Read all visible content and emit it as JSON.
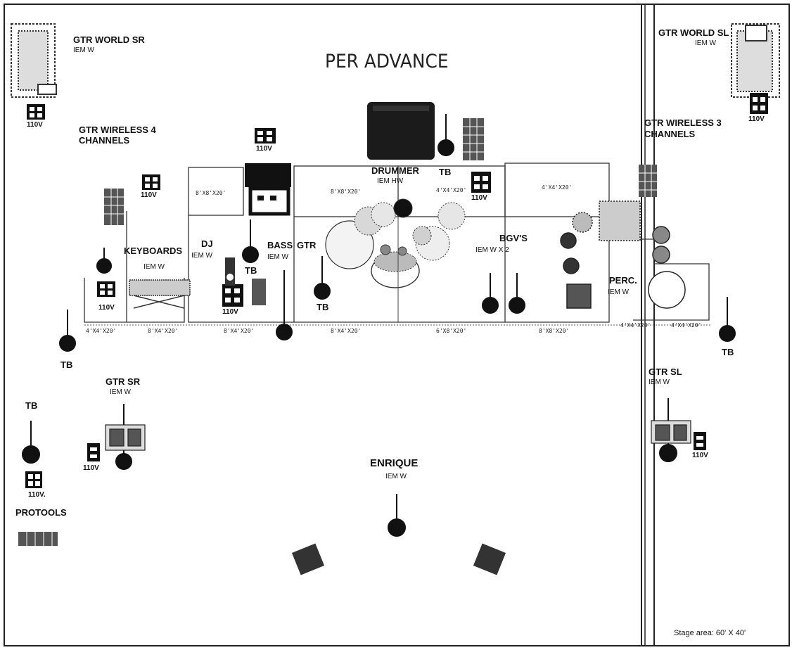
{
  "title": "PER ADVANCE",
  "stage_note": "Stage area: 60' X 40'",
  "colors": {
    "ink": "#111111",
    "paper": "#ffffff",
    "grey": "#777777"
  },
  "riser_size_labels": [
    "4'X4'X20'",
    "8'X4'X20'",
    "8'X4'X20'",
    "8'X4'X20'",
    "4'X4'X20'",
    "4'X4'X20'",
    "6'X8'X20'",
    "8'X8'X20'",
    "8'X8'X20'",
    "8'X8'X20'",
    "4'X4'X20'",
    "4'X4'X20'"
  ],
  "labels": {
    "gtr_world_sr": "GTR WORLD SR",
    "gtr_world_sl": "GTR WORLD SL",
    "gtr_wireless_4_l1": "GTR WIRELESS 4",
    "gtr_wireless_4_l2": "CHANNELS",
    "gtr_wireless_3_l1": "GTR WIRELESS 3",
    "gtr_wireless_3_l2": "CHANNELS",
    "drummer": "DRUMMER",
    "keyboards": "KEYBOARDS",
    "dj": "DJ",
    "bass": "BASS",
    "gtr": "GTR",
    "bgvs": "BGV'S",
    "perc": "PERC.",
    "gtr_sr": "GTR SR",
    "gtr_sl": "GTR SL",
    "enrique": "ENRIQUE",
    "protools": "PROTOOLS"
  },
  "iem": {
    "w": "IEM W",
    "hw": "IEM HW",
    "wx2": "IEM W X 2"
  },
  "tb": "TB",
  "v110": "110V",
  "v110dot": "110V."
}
